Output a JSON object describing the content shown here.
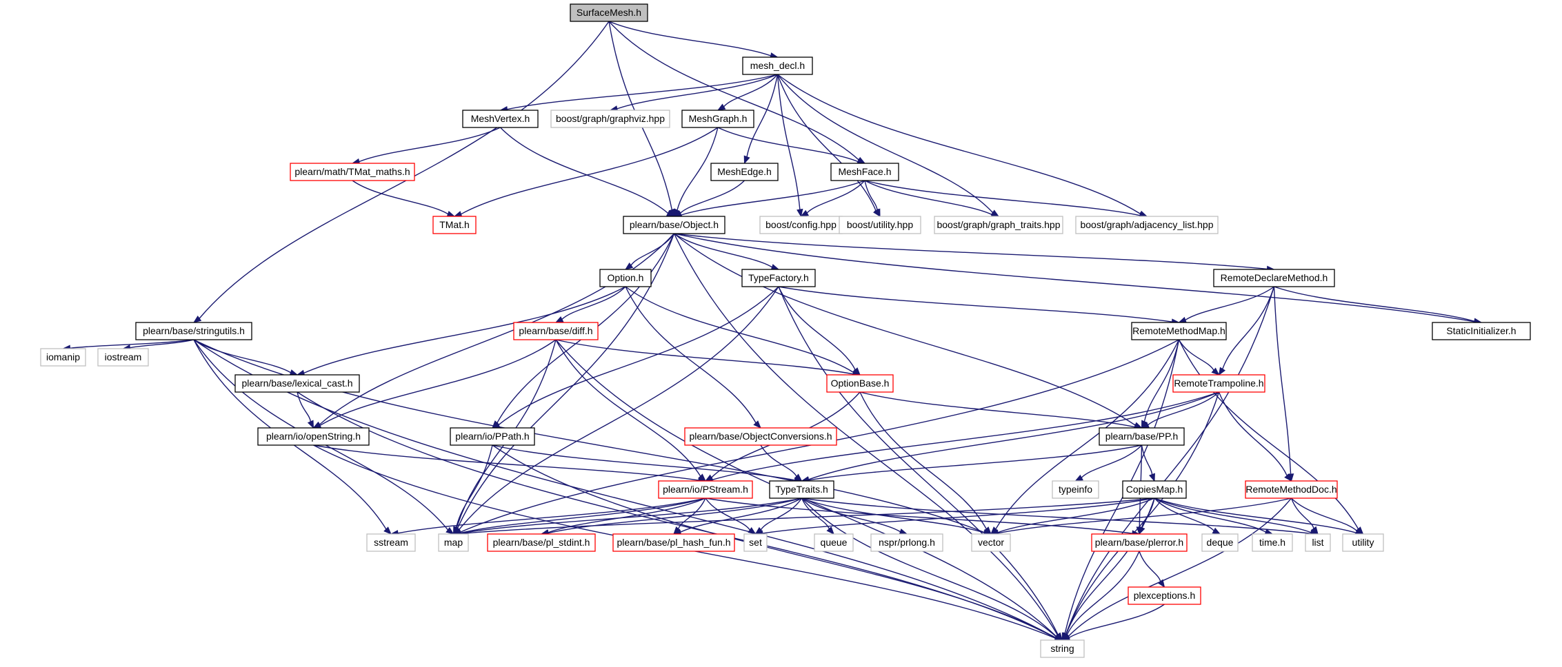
{
  "graph": {
    "colors": {
      "edge": "#191970",
      "node_border_documented": "#000000",
      "node_border_undocumented": "#ff0000",
      "node_border_external": "#bfbfbf",
      "root_fill": "#bfbfbf"
    },
    "nodes": [
      {
        "id": "surfacemesh",
        "label": "SurfaceMesh.h",
        "style": "gray-fill"
      },
      {
        "id": "mesh_decl",
        "label": "mesh_decl.h",
        "style": "black"
      },
      {
        "id": "meshvertex",
        "label": "MeshVertex.h",
        "style": "black"
      },
      {
        "id": "graphviz",
        "label": "boost/graph/graphviz.hpp",
        "style": "gray"
      },
      {
        "id": "meshgraph",
        "label": "MeshGraph.h",
        "style": "black"
      },
      {
        "id": "tmat_maths",
        "label": "plearn/math/TMat_maths.h",
        "style": "red"
      },
      {
        "id": "meshedge",
        "label": "MeshEdge.h",
        "style": "black"
      },
      {
        "id": "meshface",
        "label": "MeshFace.h",
        "style": "black"
      },
      {
        "id": "tmat",
        "label": "TMat.h",
        "style": "red"
      },
      {
        "id": "object",
        "label": "plearn/base/Object.h",
        "style": "black"
      },
      {
        "id": "config",
        "label": "boost/config.hpp",
        "style": "gray"
      },
      {
        "id": "utility_hpp",
        "label": "boost/utility.hpp",
        "style": "gray"
      },
      {
        "id": "graph_traits",
        "label": "boost/graph/graph_traits.hpp",
        "style": "gray"
      },
      {
        "id": "adjacency",
        "label": "boost/graph/adjacency_list.hpp",
        "style": "gray"
      },
      {
        "id": "option",
        "label": "Option.h",
        "style": "black"
      },
      {
        "id": "typefactory",
        "label": "TypeFactory.h",
        "style": "black"
      },
      {
        "id": "remotedeclare",
        "label": "RemoteDeclareMethod.h",
        "style": "black"
      },
      {
        "id": "stringutils",
        "label": "plearn/base/stringutils.h",
        "style": "black"
      },
      {
        "id": "diff",
        "label": "plearn/base/diff.h",
        "style": "red"
      },
      {
        "id": "remotemethodmap",
        "label": "RemoteMethodMap.h",
        "style": "black"
      },
      {
        "id": "staticinit",
        "label": "StaticInitializer.h",
        "style": "black"
      },
      {
        "id": "iomanip",
        "label": "iomanip",
        "style": "gray"
      },
      {
        "id": "iostream",
        "label": "iostream",
        "style": "gray"
      },
      {
        "id": "lexical_cast",
        "label": "plearn/base/lexical_cast.h",
        "style": "black"
      },
      {
        "id": "optionbase",
        "label": "OptionBase.h",
        "style": "red"
      },
      {
        "id": "remotetrampoline",
        "label": "RemoteTrampoline.h",
        "style": "red"
      },
      {
        "id": "openstring",
        "label": "plearn/io/openString.h",
        "style": "black"
      },
      {
        "id": "ppath",
        "label": "plearn/io/PPath.h",
        "style": "black"
      },
      {
        "id": "objconv",
        "label": "plearn/base/ObjectConversions.h",
        "style": "red"
      },
      {
        "id": "pp",
        "label": "plearn/base/PP.h",
        "style": "black"
      },
      {
        "id": "pstream",
        "label": "plearn/io/PStream.h",
        "style": "red"
      },
      {
        "id": "typetraits",
        "label": "TypeTraits.h",
        "style": "black"
      },
      {
        "id": "typeinfo",
        "label": "typeinfo",
        "style": "gray"
      },
      {
        "id": "copiesmap",
        "label": "CopiesMap.h",
        "style": "black"
      },
      {
        "id": "remotemethoddoc",
        "label": "RemoteMethodDoc.h",
        "style": "red"
      },
      {
        "id": "sstream",
        "label": "sstream",
        "style": "gray"
      },
      {
        "id": "map",
        "label": "map",
        "style": "gray"
      },
      {
        "id": "pl_stdint",
        "label": "plearn/base/pl_stdint.h",
        "style": "red"
      },
      {
        "id": "pl_hash_fun",
        "label": "plearn/base/pl_hash_fun.h",
        "style": "red"
      },
      {
        "id": "set",
        "label": "set",
        "style": "gray"
      },
      {
        "id": "queue",
        "label": "queue",
        "style": "gray"
      },
      {
        "id": "prlong",
        "label": "nspr/prlong.h",
        "style": "gray"
      },
      {
        "id": "vector",
        "label": "vector",
        "style": "gray"
      },
      {
        "id": "plerror",
        "label": "plearn/base/plerror.h",
        "style": "red"
      },
      {
        "id": "deque",
        "label": "deque",
        "style": "gray"
      },
      {
        "id": "time",
        "label": "time.h",
        "style": "gray"
      },
      {
        "id": "list",
        "label": "list",
        "style": "gray"
      },
      {
        "id": "utility",
        "label": "utility",
        "style": "gray"
      },
      {
        "id": "plexceptions",
        "label": "plexceptions.h",
        "style": "red"
      },
      {
        "id": "string",
        "label": "string",
        "style": "gray"
      }
    ],
    "edges": [
      [
        "surfacemesh",
        "mesh_decl"
      ],
      [
        "surfacemesh",
        "meshface"
      ],
      [
        "surfacemesh",
        "object"
      ],
      [
        "surfacemesh",
        "stringutils"
      ],
      [
        "mesh_decl",
        "meshvertex"
      ],
      [
        "mesh_decl",
        "graphviz"
      ],
      [
        "mesh_decl",
        "meshgraph"
      ],
      [
        "mesh_decl",
        "meshedge"
      ],
      [
        "mesh_decl",
        "config"
      ],
      [
        "mesh_decl",
        "utility_hpp"
      ],
      [
        "mesh_decl",
        "graph_traits"
      ],
      [
        "mesh_decl",
        "adjacency"
      ],
      [
        "meshvertex",
        "tmat_maths"
      ],
      [
        "meshvertex",
        "object"
      ],
      [
        "meshgraph",
        "tmat"
      ],
      [
        "meshgraph",
        "object"
      ],
      [
        "meshgraph",
        "meshface"
      ],
      [
        "tmat_maths",
        "tmat"
      ],
      [
        "meshedge",
        "object"
      ],
      [
        "meshface",
        "object"
      ],
      [
        "meshface",
        "config"
      ],
      [
        "meshface",
        "utility_hpp"
      ],
      [
        "meshface",
        "graph_traits"
      ],
      [
        "meshface",
        "adjacency"
      ],
      [
        "object",
        "option"
      ],
      [
        "object",
        "typefactory"
      ],
      [
        "object",
        "remotedeclare"
      ],
      [
        "object",
        "staticinit"
      ],
      [
        "object",
        "string"
      ],
      [
        "object",
        "openstring"
      ],
      [
        "object",
        "ppath"
      ],
      [
        "object",
        "map"
      ],
      [
        "object",
        "pp"
      ],
      [
        "option",
        "diff"
      ],
      [
        "option",
        "lexical_cast"
      ],
      [
        "option",
        "optionbase"
      ],
      [
        "option",
        "objconv"
      ],
      [
        "typefactory",
        "remotemethodmap"
      ],
      [
        "typefactory",
        "optionbase"
      ],
      [
        "typefactory",
        "ppath"
      ],
      [
        "typefactory",
        "map"
      ],
      [
        "typefactory",
        "string"
      ],
      [
        "remotedeclare",
        "remotemethodmap"
      ],
      [
        "remotedeclare",
        "staticinit"
      ],
      [
        "remotedeclare",
        "remotetrampoline"
      ],
      [
        "remotedeclare",
        "remotemethoddoc"
      ],
      [
        "remotedeclare",
        "string"
      ],
      [
        "stringutils",
        "iomanip"
      ],
      [
        "stringutils",
        "iostream"
      ],
      [
        "stringutils",
        "lexical_cast"
      ],
      [
        "stringutils",
        "sstream"
      ],
      [
        "stringutils",
        "map"
      ],
      [
        "stringutils",
        "vector"
      ],
      [
        "stringutils",
        "string"
      ],
      [
        "diff",
        "optionbase"
      ],
      [
        "diff",
        "openstring"
      ],
      [
        "diff",
        "pstream"
      ],
      [
        "diff",
        "map"
      ],
      [
        "diff",
        "string"
      ],
      [
        "remotemethodmap",
        "remotetrampoline"
      ],
      [
        "remotemethodmap",
        "pp"
      ],
      [
        "remotemethodmap",
        "map"
      ],
      [
        "remotemethodmap",
        "vector"
      ],
      [
        "remotemethodmap",
        "utility"
      ],
      [
        "remotemethodmap",
        "string"
      ],
      [
        "lexical_cast",
        "openstring"
      ],
      [
        "lexical_cast",
        "string"
      ],
      [
        "optionbase",
        "pp"
      ],
      [
        "optionbase",
        "pstream"
      ],
      [
        "optionbase",
        "vector"
      ],
      [
        "remotetrampoline",
        "pp"
      ],
      [
        "remotetrampoline",
        "typetraits"
      ],
      [
        "remotetrampoline",
        "pstream"
      ],
      [
        "remotetrampoline",
        "remotemethoddoc"
      ],
      [
        "remotetrampoline",
        "string"
      ],
      [
        "openstring",
        "pstream"
      ],
      [
        "openstring",
        "string"
      ],
      [
        "ppath",
        "typetraits"
      ],
      [
        "ppath",
        "map"
      ],
      [
        "ppath",
        "string"
      ],
      [
        "objconv",
        "typetraits"
      ],
      [
        "pp",
        "typetraits"
      ],
      [
        "pp",
        "typeinfo"
      ],
      [
        "pp",
        "copiesmap"
      ],
      [
        "pp",
        "plerror"
      ],
      [
        "pstream",
        "sstream"
      ],
      [
        "pstream",
        "map"
      ],
      [
        "pstream",
        "pl_stdint"
      ],
      [
        "pstream",
        "pl_hash_fun"
      ],
      [
        "pstream",
        "set"
      ],
      [
        "pstream",
        "plerror"
      ],
      [
        "typetraits",
        "map"
      ],
      [
        "typetraits",
        "pl_stdint"
      ],
      [
        "typetraits",
        "pl_hash_fun"
      ],
      [
        "typetraits",
        "set"
      ],
      [
        "typetraits",
        "queue"
      ],
      [
        "typetraits",
        "prlong"
      ],
      [
        "typetraits",
        "vector"
      ],
      [
        "typetraits",
        "list"
      ],
      [
        "typetraits",
        "string"
      ],
      [
        "copiesmap",
        "map"
      ],
      [
        "copiesmap",
        "set"
      ],
      [
        "copiesmap",
        "vector"
      ],
      [
        "copiesmap",
        "plerror"
      ],
      [
        "copiesmap",
        "deque"
      ],
      [
        "copiesmap",
        "time"
      ],
      [
        "copiesmap",
        "list"
      ],
      [
        "copiesmap",
        "utility"
      ],
      [
        "copiesmap",
        "string"
      ],
      [
        "remotemethoddoc",
        "vector"
      ],
      [
        "remotemethoddoc",
        "list"
      ],
      [
        "remotemethoddoc",
        "utility"
      ],
      [
        "remotemethoddoc",
        "string"
      ],
      [
        "plerror",
        "plexceptions"
      ],
      [
        "plerror",
        "string"
      ],
      [
        "plexceptions",
        "string"
      ]
    ]
  }
}
